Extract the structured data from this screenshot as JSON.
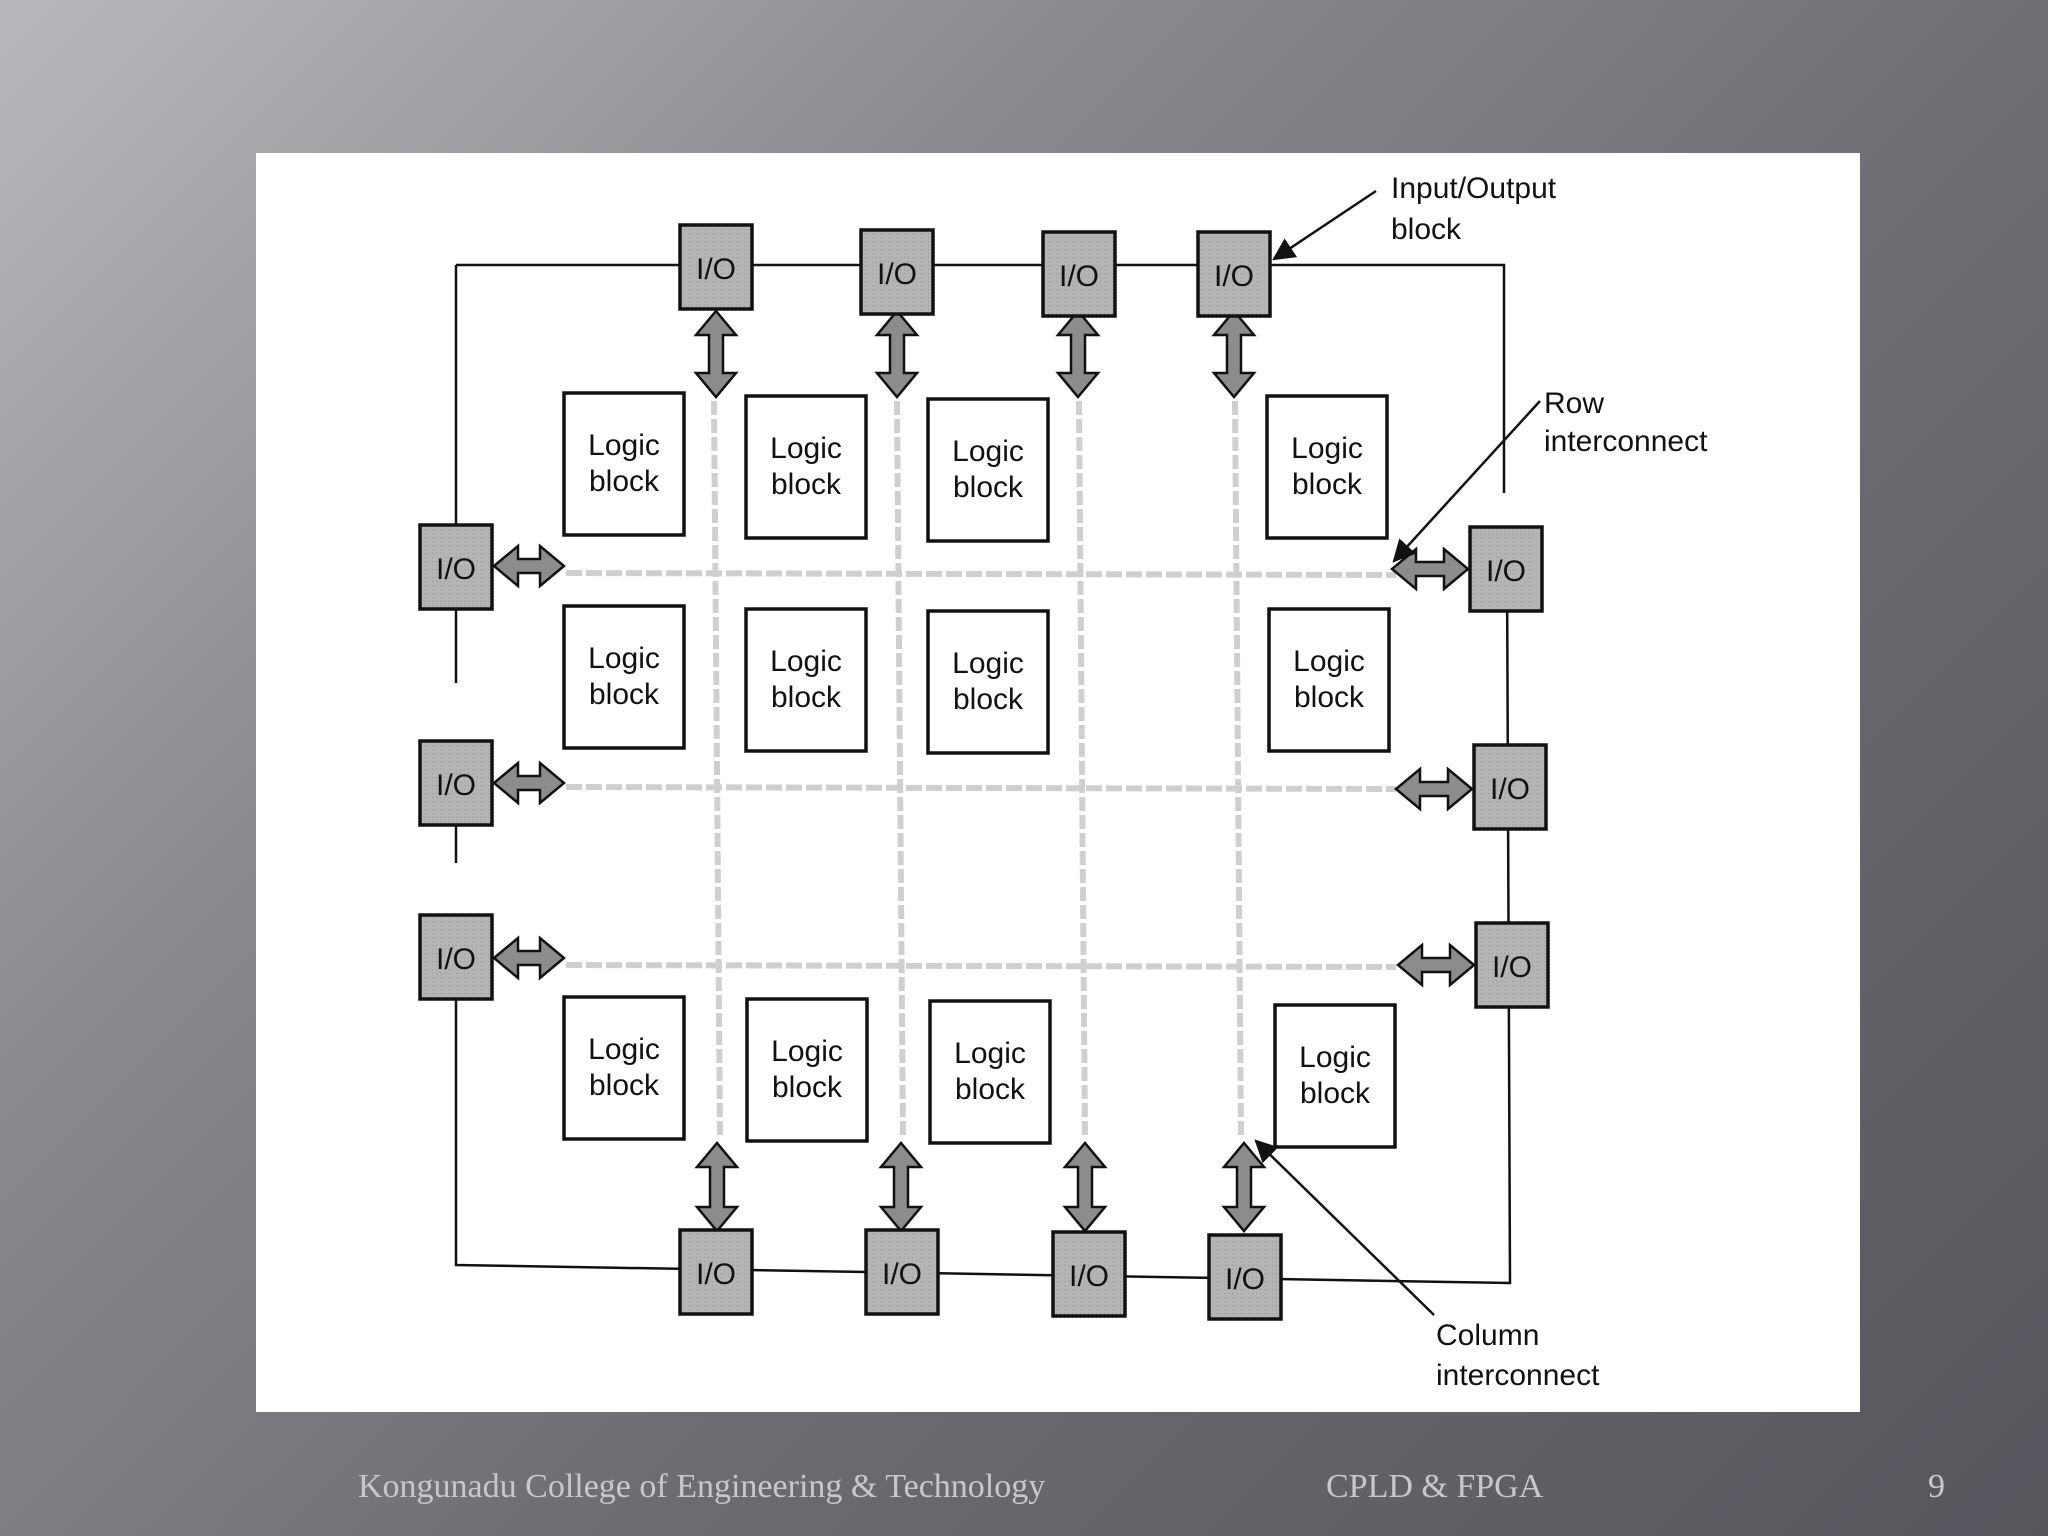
{
  "slide": {
    "footer": {
      "college": "Kongunadu College of Engineering & Technology",
      "topic": "CPLD & FPGA",
      "page": "9"
    }
  },
  "diagram": {
    "io_label": "I/O",
    "logic_line1": "Logic",
    "logic_line2": "block",
    "callouts": {
      "io_block_line1": "Input/Output",
      "io_block_line2": "block",
      "row_line1": "Row",
      "row_line2": "interconnect",
      "column_line1": "Column",
      "column_line2": "interconnect"
    },
    "colors": {
      "io_fill": "#b4b4b4",
      "arrow_fill": "#8c8c8c",
      "interconnect": "#cfcfcf",
      "outline": "#111111"
    }
  }
}
